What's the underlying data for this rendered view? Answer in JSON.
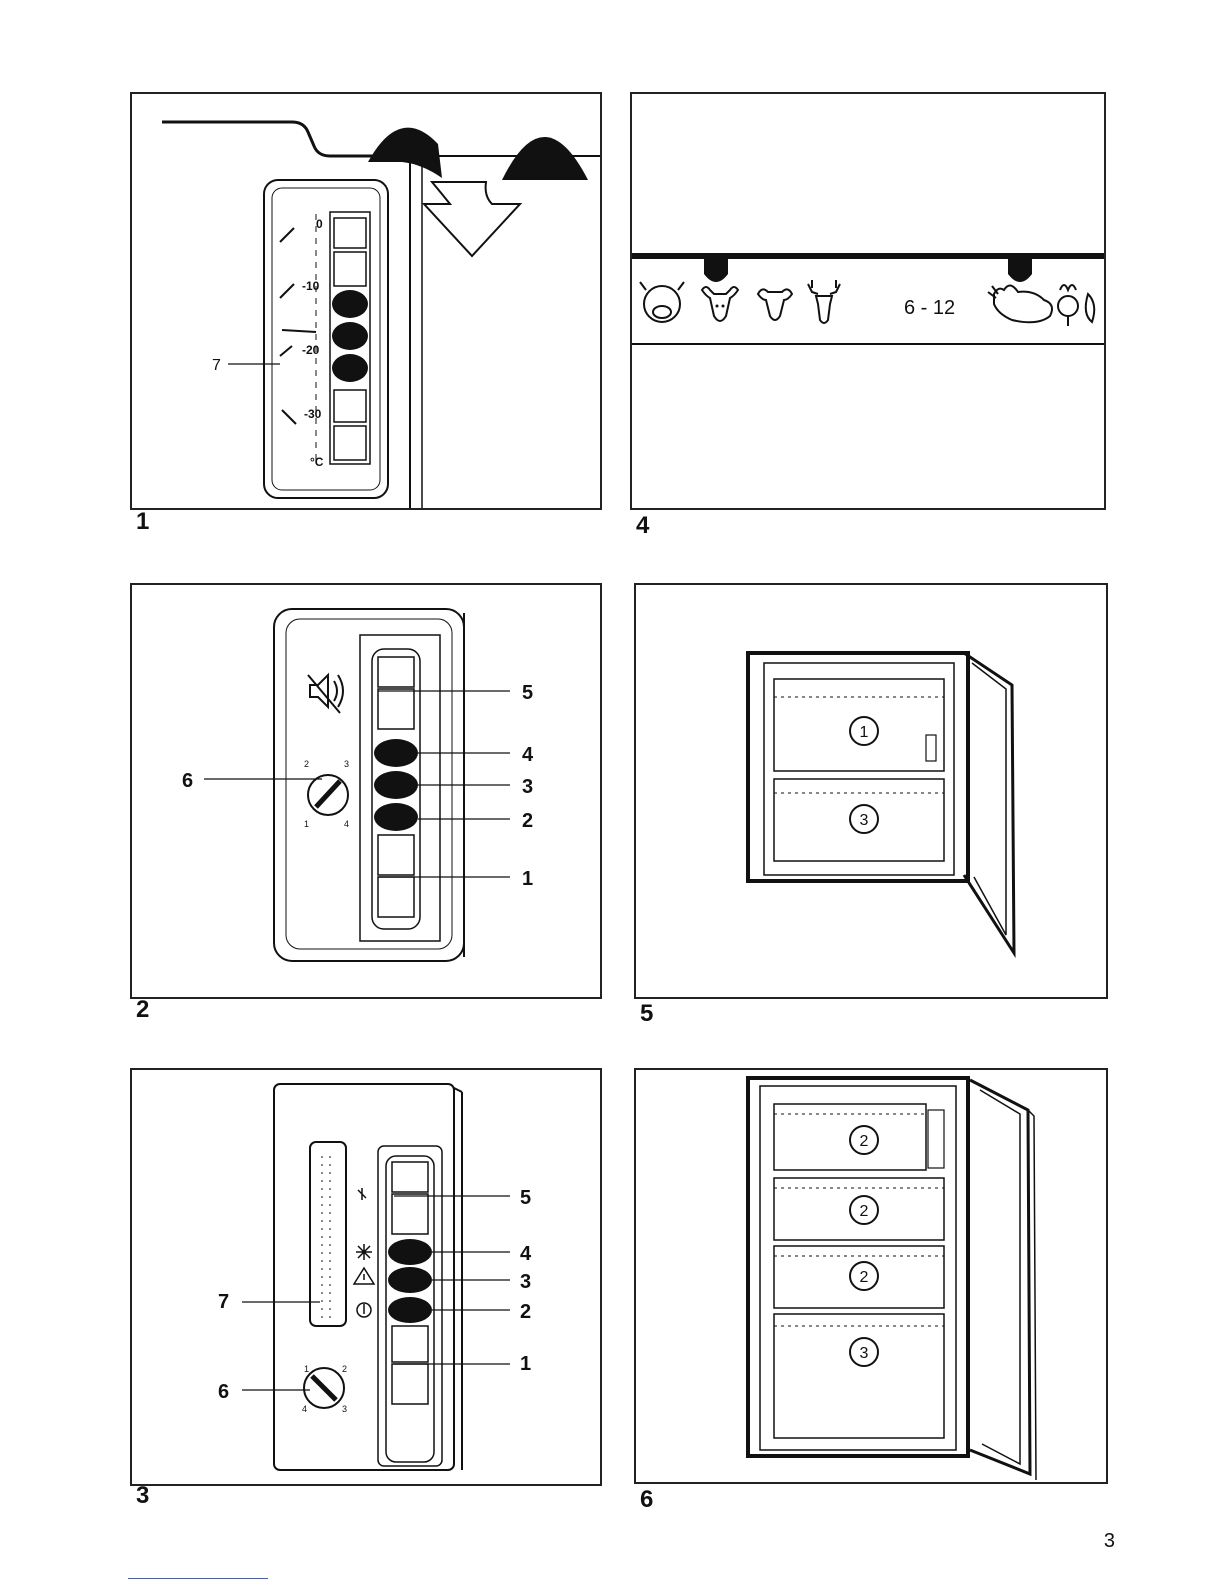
{
  "figures": {
    "f1": {
      "number": "1",
      "callout": "7",
      "scale": [
        "0",
        "-10",
        "-20",
        "-30",
        "°C"
      ]
    },
    "f2": {
      "number": "2",
      "callouts": [
        "5",
        "4",
        "3",
        "2",
        "1",
        "6"
      ],
      "dial": [
        "2",
        "3",
        "1",
        "4"
      ]
    },
    "f3": {
      "number": "3",
      "callouts": [
        "5",
        "4",
        "3",
        "2",
        "1",
        "7",
        "6"
      ],
      "dial": [
        "1",
        "2",
        "4",
        "3"
      ]
    },
    "f4": {
      "number": "4",
      "months_label": "6 - 12",
      "icons": [
        "pig-icon",
        "cow-icon",
        "sheep-icon",
        "deer-icon",
        "poultry-icon",
        "vegetable-icon"
      ]
    },
    "f5": {
      "number": "5",
      "drawers": [
        "1",
        "3"
      ]
    },
    "f6": {
      "number": "6",
      "drawers": [
        "2",
        "2",
        "2",
        "3"
      ]
    }
  },
  "page_number": "3",
  "colors": {
    "ink": "#111111",
    "button_dark": "#111111",
    "paper": "#ffffff"
  }
}
